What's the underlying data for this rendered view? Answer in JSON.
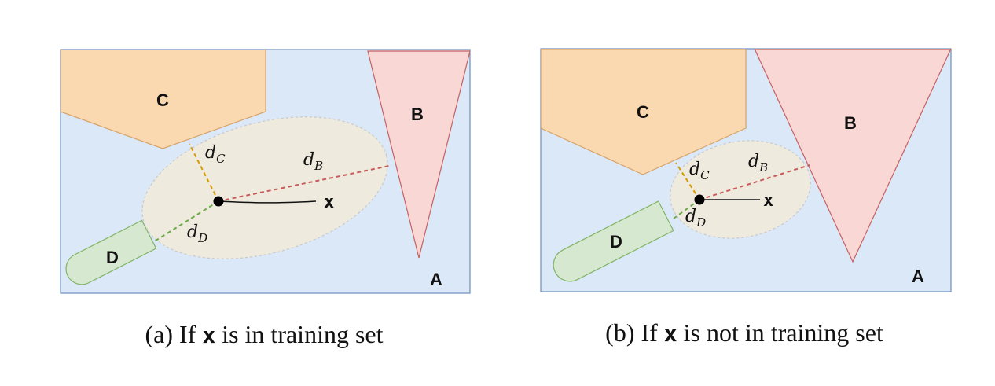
{
  "colors": {
    "background_region": "#dbe8f8",
    "region_border": "#6c8ebf",
    "pentagon_fill": "#fad9b0",
    "pentagon_stroke": "#d6a36a",
    "triangle_fill": "#f8d7d5",
    "triangle_stroke": "#c86060",
    "capsule_fill": "#d6e8cf",
    "capsule_stroke": "#82b366",
    "ellipse_fill": "#eeeadd",
    "ellipse_stroke": "#c8c8c8",
    "line_C": "#d79b00",
    "line_B": "#c85a5a",
    "line_D": "#6aaa4a"
  },
  "panel_a": {
    "label_A": "A",
    "label_B": "B",
    "label_C": "C",
    "label_D": "D",
    "dist_letter": "d",
    "sub_C": "C",
    "sub_B": "B",
    "sub_D": "D",
    "x_label": "x",
    "caption_prefix": "(a) If ",
    "caption_x": "x",
    "caption_suffix": " is in training set"
  },
  "panel_b": {
    "label_A": "A",
    "label_B": "B",
    "label_C": "C",
    "label_D": "D",
    "dist_letter": "d",
    "sub_C": "C",
    "sub_B": "B",
    "sub_D": "D",
    "x_label": "x",
    "caption_prefix": "(b) If ",
    "caption_x": "x",
    "caption_suffix": " is not in training set"
  }
}
